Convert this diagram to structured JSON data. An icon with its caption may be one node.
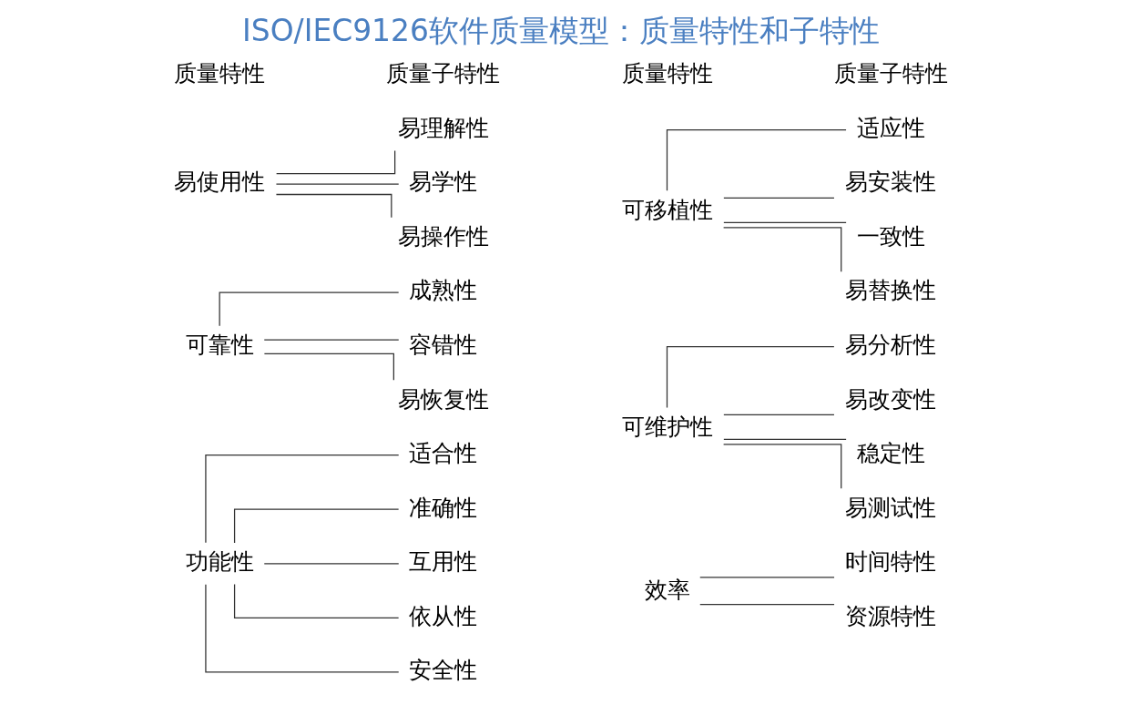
{
  "diagram": {
    "title": "ISO/IEC9126软件质量模型：质量特性和子特性",
    "nodes": [
      {
        "text": [
          "功能性"
        ]
      },
      {
        "text": [
          "适合性"
        ]
      },
      {
        "text": [
          "准确性"
        ]
      },
      {
        "text": [
          "互用性"
        ]
      },
      {
        "text": [
          "依从性"
        ]
      },
      {
        "text": [
          "安全性"
        ]
      },
      {
        "text": [
          "可靠性"
        ]
      },
      {
        "text": [
          "成熟性"
        ]
      },
      {
        "text": [
          "容错性"
        ]
      },
      {
        "text": [
          "易恢复性"
        ]
      },
      {
        "text": [
          "易使用性"
        ]
      },
      {
        "text": [
          "易理解性"
        ]
      },
      {
        "text": [
          "易学性"
        ]
      },
      {
        "text": [
          "易操作性"
        ]
      },
      {
        "text": [
          "效率"
        ]
      },
      {
        "text": [
          "时间特性"
        ]
      },
      {
        "text": [
          "资源特性"
        ]
      },
      {
        "text": [
          "可维护性"
        ]
      },
      {
        "text": [
          "易分析性"
        ]
      },
      {
        "text": [
          "易改变性"
        ]
      },
      {
        "text": [
          "稳定性"
        ]
      },
      {
        "text": [
          "易测试性"
        ]
      },
      {
        "text": [
          "可移植性"
        ]
      },
      {
        "text": [
          "适应性"
        ]
      },
      {
        "text": [
          "易安装性"
        ]
      },
      {
        "text": [
          "一致性"
        ]
      },
      {
        "text": [
          "易替换性"
        ]
      }
    ],
    "edges": [
      {
        "from": 0,
        "to": 1,
        "arrow": "none"
      },
      {
        "from": 0,
        "to": 2,
        "arrow": "none"
      },
      {
        "from": 0,
        "to": 3,
        "arrow": "none"
      },
      {
        "from": 0,
        "to": 4,
        "arrow": "none"
      },
      {
        "from": 0,
        "to": 5,
        "arrow": "none"
      },
      {
        "from": 6,
        "to": 7,
        "arrow": "none"
      },
      {
        "from": 6,
        "to": 8,
        "arrow": "none"
      },
      {
        "from": 6,
        "to": 9,
        "arrow": "none"
      },
      {
        "from": 10,
        "to": 11,
        "arrow": "none"
      },
      {
        "from": 10,
        "to": 12,
        "arrow": "none"
      },
      {
        "from": 10,
        "to": 13,
        "arrow": "none"
      },
      {
        "from": 14,
        "to": 15,
        "arrow": "none"
      },
      {
        "from": 14,
        "to": 16,
        "arrow": "none"
      },
      {
        "from": 17,
        "to": 18,
        "arrow": "none"
      },
      {
        "from": 17,
        "to": 19,
        "arrow": "none"
      },
      {
        "from": 17,
        "to": 20,
        "arrow": "none"
      },
      {
        "from": 17,
        "to": 21,
        "arrow": "none"
      },
      {
        "from": 22,
        "to": 23,
        "arrow": "none"
      },
      {
        "from": 22,
        "to": 24,
        "arrow": "none"
      },
      {
        "from": 22,
        "to": 25,
        "arrow": "none"
      },
      {
        "from": 22,
        "to": 26,
        "arrow": "none"
      }
    ],
    "labels": [
      "质量特性",
      "质量子特性",
      "质量特性",
      "质量子特性"
    ]
  }
}
